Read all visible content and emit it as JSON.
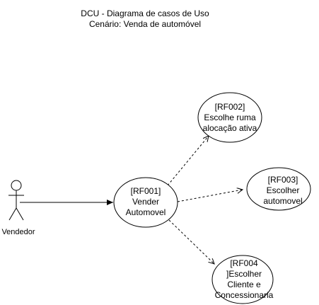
{
  "title": {
    "line1": "DCU - Diagrama de casos de Uso",
    "line2": "Cenário: Venda de automóvel"
  },
  "actor": {
    "label": "Vendedor"
  },
  "use_cases": {
    "main": {
      "line1": "[RF001]",
      "line2": "Vender",
      "line3": "Automovel"
    },
    "rf002": {
      "line1": "[RF002]",
      "line2": "Escolhe ruma",
      "line3": "alocação ativa"
    },
    "rf003": {
      "line1": "[RF003]",
      "line2": "Escolher",
      "line3": "automovel"
    },
    "rf004": {
      "line1": "[RF004",
      "line2": "]Escolher",
      "line3": "Cliente e",
      "line4": "Concessionaria"
    }
  },
  "colors": {
    "stroke": "#000000",
    "fill": "#ffffff",
    "text": "#000000"
  }
}
